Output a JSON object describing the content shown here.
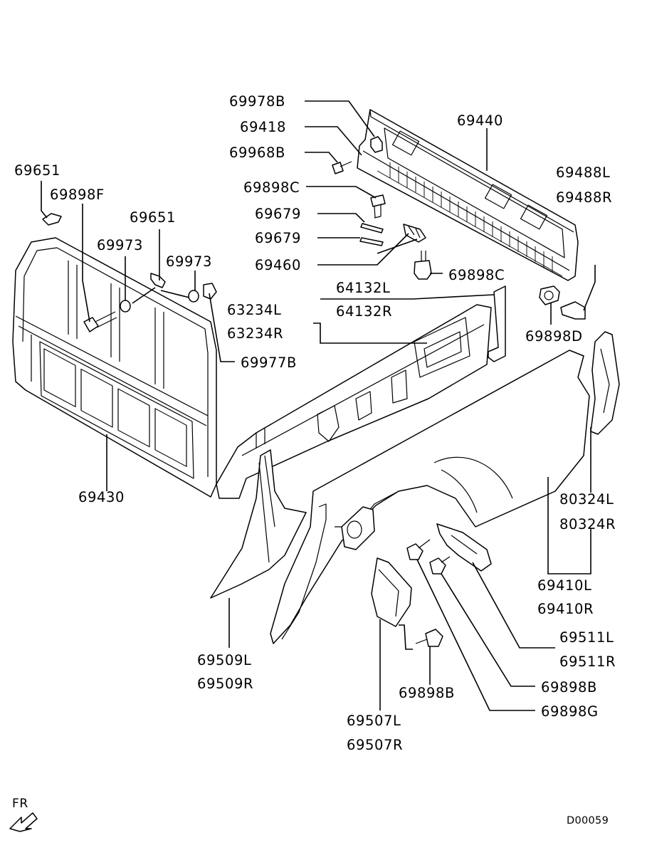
{
  "labels": {
    "p69978B": "69978B",
    "p69418": "69418",
    "p69440": "69440",
    "p69968B": "69968B",
    "p69488L": "69488L",
    "p69488R": "69488R",
    "p69651_a": "69651",
    "p69898F": "69898F",
    "p69898C_a": "69898C",
    "p69679_a": "69679",
    "p69679_b": "69679",
    "p69651_b": "69651",
    "p69973_a": "69973",
    "p69973_b": "69973",
    "p69460": "69460",
    "p69898C_b": "69898C",
    "p64132L": "64132L",
    "p64132R": "64132R",
    "p63234L": "63234L",
    "p63234R": "63234R",
    "p69898D": "69898D",
    "p69977B": "69977B",
    "p69430": "69430",
    "p80324L": "80324L",
    "p80324R": "80324R",
    "p69410L": "69410L",
    "p69410R": "69410R",
    "p69511L": "69511L",
    "p69511R": "69511R",
    "p69509L": "69509L",
    "p69509R": "69509R",
    "p69898B_a": "69898B",
    "p69898B_b": "69898B",
    "p69898G": "69898G",
    "p69507L": "69507L",
    "p69507R": "69507R",
    "fr": "FR",
    "diagram_code": "D00059"
  }
}
